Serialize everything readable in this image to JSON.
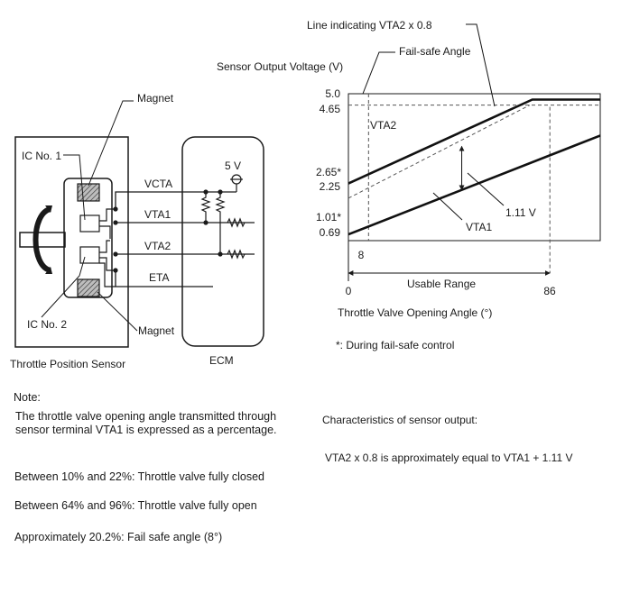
{
  "sensor_diagram": {
    "magnet_top_label": "Magnet",
    "magnet_bottom_label": "Magnet",
    "ic1_label": "IC No. 1",
    "ic2_label": "IC No. 2",
    "sensor_caption": "Throttle Position Sensor",
    "ecm_caption": "ECM",
    "supply_label": "5 V",
    "terminals": [
      "VCTA",
      "VTA1",
      "VTA2",
      "ETA"
    ]
  },
  "chart_data": {
    "type": "line",
    "ylabel": "Sensor Output Voltage (V)",
    "xlabel": "Throttle Valve Opening Angle (°)",
    "y_ticks": [
      "5.0",
      "4.65",
      "2.65*",
      "2.25",
      "1.01*",
      "0.69"
    ],
    "x_ticks": [
      "0",
      "8",
      "86"
    ],
    "xlim": [
      0,
      100
    ],
    "ylim": [
      0.5,
      5.0
    ],
    "series": [
      {
        "name": "VTA2",
        "x": [
          0,
          73,
          100
        ],
        "y": [
          2.25,
          4.82,
          4.82
        ]
      },
      {
        "name": "VTA1",
        "x": [
          0,
          100
        ],
        "y": [
          0.69,
          3.72
        ]
      }
    ],
    "annotations": {
      "vta2_times_0_8_label": "Line indicating VTA2 x 0.8",
      "fail_safe_label": "Fail-safe Angle",
      "offset_label": "1.11 V",
      "usable_range_label": "Usable Range",
      "footnote": "*: During fail-safe control"
    }
  },
  "note": {
    "heading": "Note:",
    "line1": "The throttle valve opening angle transmitted through",
    "line2": "sensor terminal VTA1 is expressed as a percentage.",
    "item1": "Between 10% and 22%: Throttle valve fully closed",
    "item2": "Between 64% and 96%: Throttle valve fully open",
    "item3": "Approximately 20.2%: Fail safe angle (8°)"
  },
  "characteristics": {
    "heading": "Characteristics of sensor output:",
    "relation": "VTA2 x 0.8 is approximately equal to VTA1 + 1.11 V"
  }
}
